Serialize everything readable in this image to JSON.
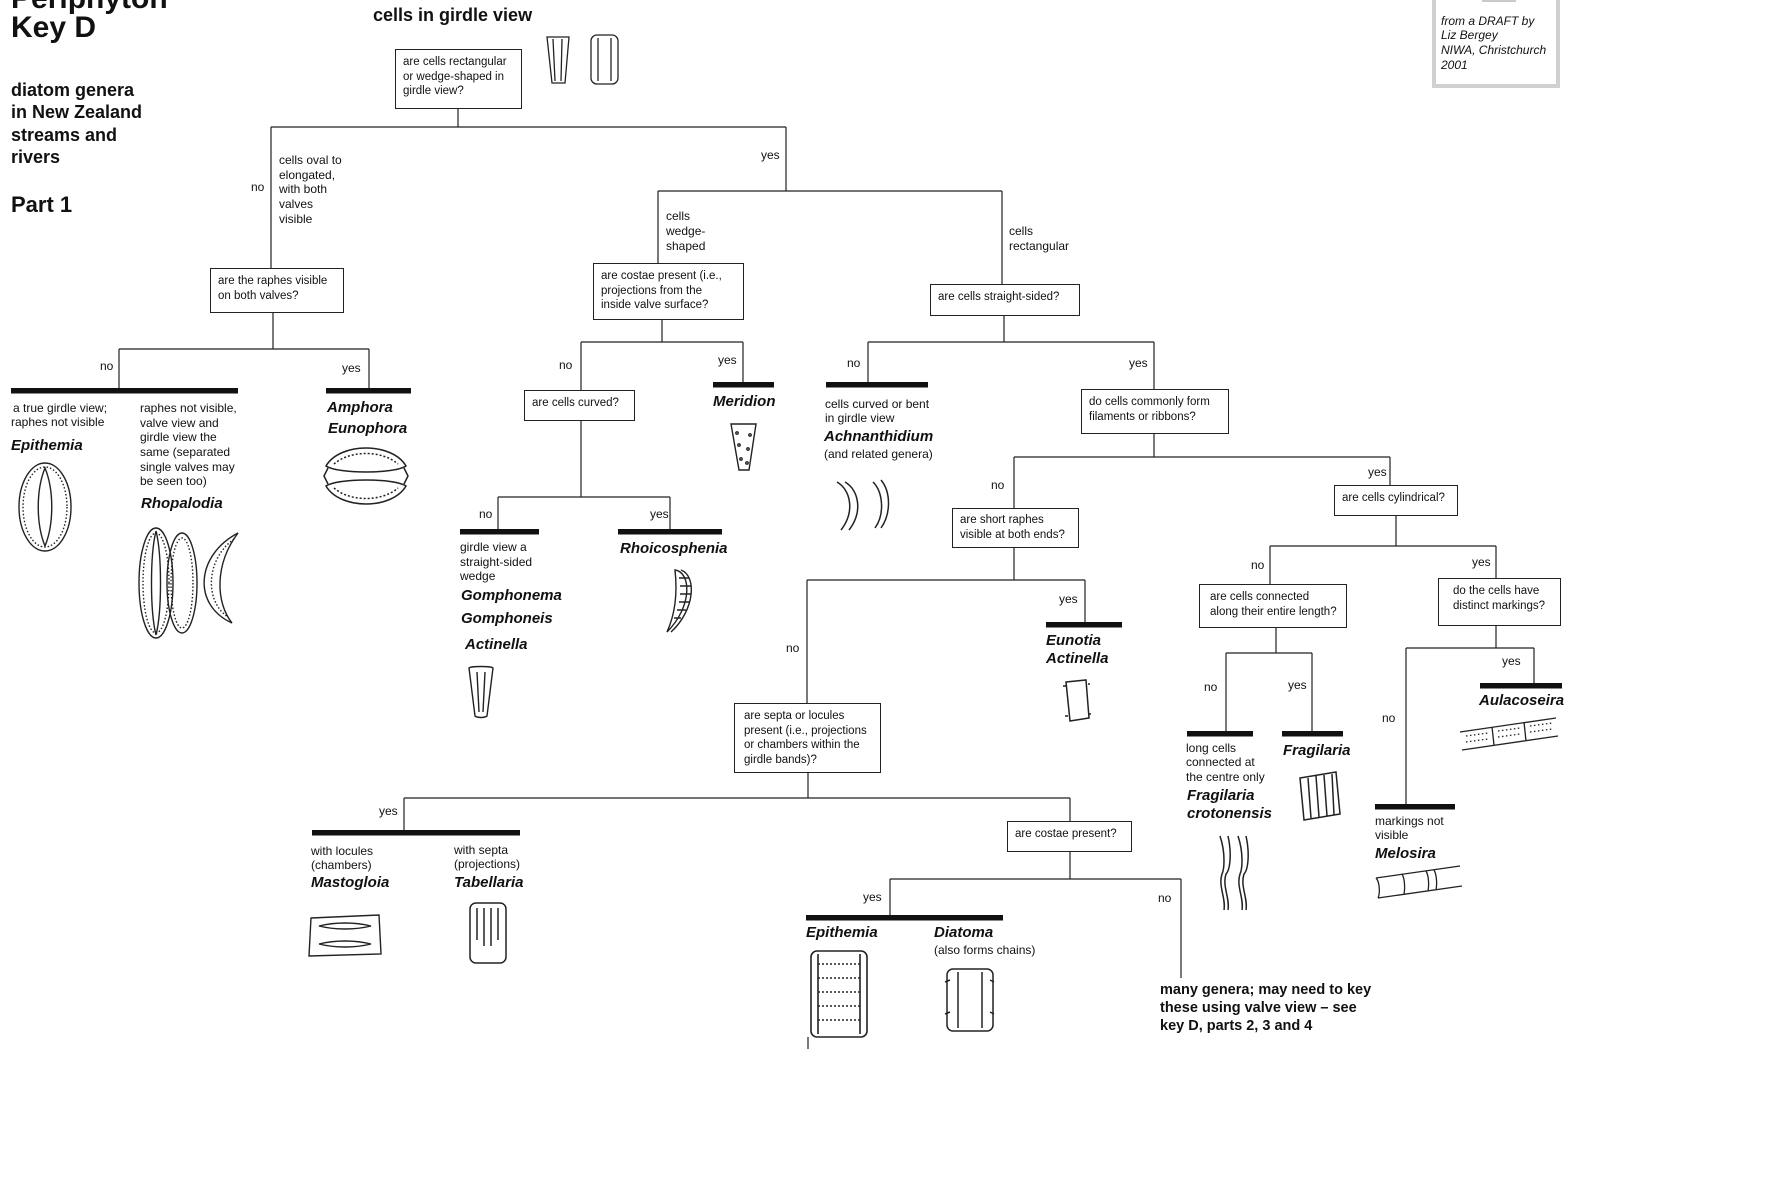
{
  "title": {
    "line1": "Periphyton",
    "line2": "Key D"
  },
  "subtitle_lines": [
    "diatom genera",
    "in New Zealand",
    "streams and",
    "rivers"
  ],
  "part": "Part 1",
  "header": "cells in girdle view",
  "credit_lines": [
    "from a DRAFT by",
    "Liz Bergey",
    "NIWA, Christchurch",
    "2001"
  ],
  "questions": {
    "q1": [
      "are cells rectangular",
      "or wedge-shaped in",
      "girdle view?"
    ],
    "q2": [
      "are the raphes visible",
      "on both valves?"
    ],
    "q3": [
      "are costae present (i.e.,",
      "projections from the",
      "inside valve surface?"
    ],
    "q4": [
      "are cells straight-sided?"
    ],
    "q5": [
      "are cells curved?"
    ],
    "q6": [
      "do cells commonly form",
      "filaments or ribbons?"
    ],
    "q7": [
      "are short raphes",
      "visible at both ends?"
    ],
    "q8": [
      "are cells cylindrical?"
    ],
    "q9": [
      "are cells connected",
      "along their entire length?"
    ],
    "q10": [
      "do the cells have",
      "distinct markings?"
    ],
    "q11": [
      "are septa or locules",
      "present (i.e., projections",
      "or chambers within the",
      "girdle bands)?"
    ],
    "q12": [
      "are costae present?"
    ]
  },
  "branch_labels": {
    "q1_no": "no",
    "q1_no_desc": [
      "cells oval to",
      "elongated,",
      "with both",
      "valves",
      "visible"
    ],
    "q1_yes": "yes",
    "wedge": [
      "cells",
      "wedge-",
      "shaped"
    ],
    "rect": [
      "cells",
      "rectangular"
    ],
    "q2_no": "no",
    "q2_yes": "yes",
    "q3_no": "no",
    "q3_yes": "yes",
    "q4_no": "no",
    "q4_yes": "yes",
    "q5_no": "no",
    "q5_yes": "yes",
    "q6_no": "no",
    "q6_yes": "yes",
    "q7_no": "no",
    "q7_yes": "yes",
    "q8_no": "no",
    "q8_yes": "yes",
    "q9_no": "no",
    "q9_yes": "yes",
    "q10_no": "no",
    "q10_yes": "yes",
    "q11_yes": "yes",
    "q12_yes": "yes",
    "q12_no": "no"
  },
  "results": {
    "epithemia1": {
      "desc": [
        "a true girdle view;",
        "raphes not visible"
      ],
      "genus": "Epithemia"
    },
    "rhopalodia": {
      "desc": [
        "raphes not visible,",
        "valve view and",
        "girdle view the",
        "same (separated",
        "single valves may",
        "be seen too)"
      ],
      "genus": "Rhopalodia"
    },
    "amphora": {
      "genus1": "Amphora",
      "genus2": "Eunophora"
    },
    "gomphonema": {
      "desc": [
        "girdle view a",
        "straight-sided",
        "wedge"
      ],
      "genus1": "Gomphonema",
      "genus2": "Gomphoneis",
      "genus3": "Actinella"
    },
    "rhoicosphenia": {
      "genus": "Rhoicosphenia"
    },
    "meridion": {
      "genus": "Meridion"
    },
    "achnanthidium": {
      "desc": [
        "cells curved or bent",
        "in girdle view"
      ],
      "genus": "Achnanthidium",
      "note": "(and related genera)"
    },
    "eunotia": {
      "genus1": "Eunotia",
      "genus2": "Actinella"
    },
    "mastogloia": {
      "desc": [
        "with locules",
        "(chambers)"
      ],
      "genus": "Mastogloia"
    },
    "tabellaria": {
      "desc": [
        "with septa",
        "(projections)"
      ],
      "genus": "Tabellaria"
    },
    "epithemia2": {
      "genus": "Epithemia"
    },
    "diatoma": {
      "genus": "Diatoma",
      "note": "(also forms chains)"
    },
    "many": [
      "many genera; may need to key",
      "these using valve view – see",
      "key D,  parts 2, 3 and 4"
    ],
    "fragilaria_c": {
      "desc": [
        "long cells",
        "connected at",
        "the centre only"
      ],
      "genus1": "Fragilaria",
      "genus2": "crotonensis"
    },
    "fragilaria": {
      "genus": "Fragilaria"
    },
    "aulacoseira": {
      "genus": "Aulacoseira"
    },
    "melosira": {
      "desc": [
        "markings not",
        "visible"
      ],
      "genus": "Melosira"
    }
  }
}
